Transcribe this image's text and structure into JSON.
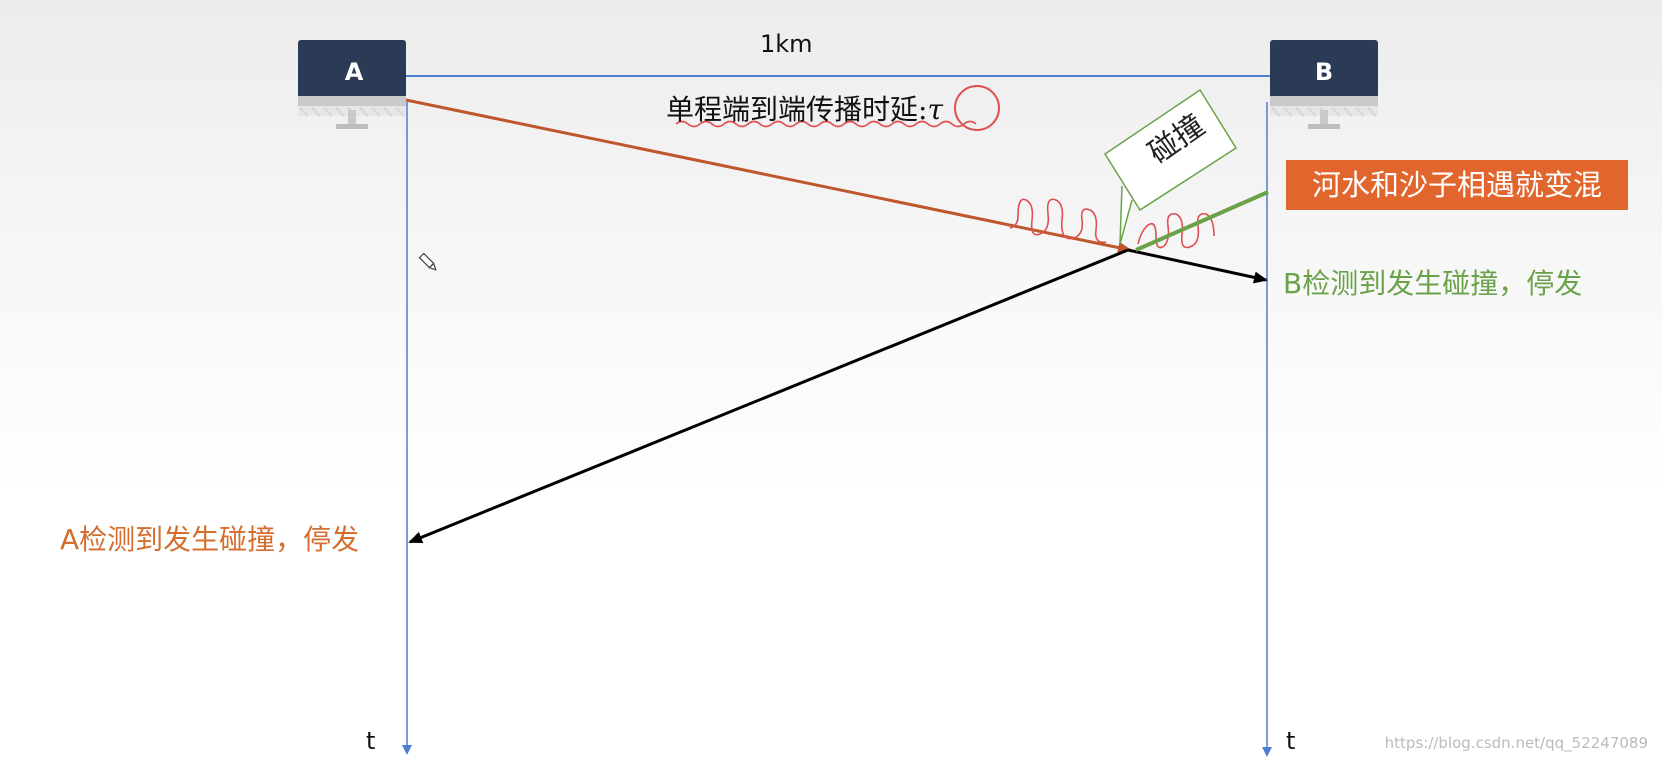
{
  "hosts": [
    {
      "id": "A",
      "label": "A"
    },
    {
      "id": "B",
      "label": "B"
    }
  ],
  "distance_label": "1km",
  "delay_label": "单程端到端传播时延:",
  "delay_symbol": "τ",
  "collision_label": "碰撞",
  "river_label": "河水和沙子相遇就变混",
  "b_detect_label": "B检测到发生碰撞，停发",
  "a_detect_label": "A检测到发生碰撞，停发",
  "time_axis_label": "t",
  "watermark": "https://blog.csdn.net/qq_52247089",
  "colors": {
    "host_screen": "#2b3a55",
    "link": "#4a7fd1",
    "signal_a": "#c0562b",
    "signal_b": "#000000",
    "river_bg": "#e1662d",
    "river_text": "#ffffff",
    "b_detect": "#6aa24a",
    "a_detect": "#d46d2e",
    "squiggle": "#e05050",
    "callout": "#6aa24a"
  }
}
